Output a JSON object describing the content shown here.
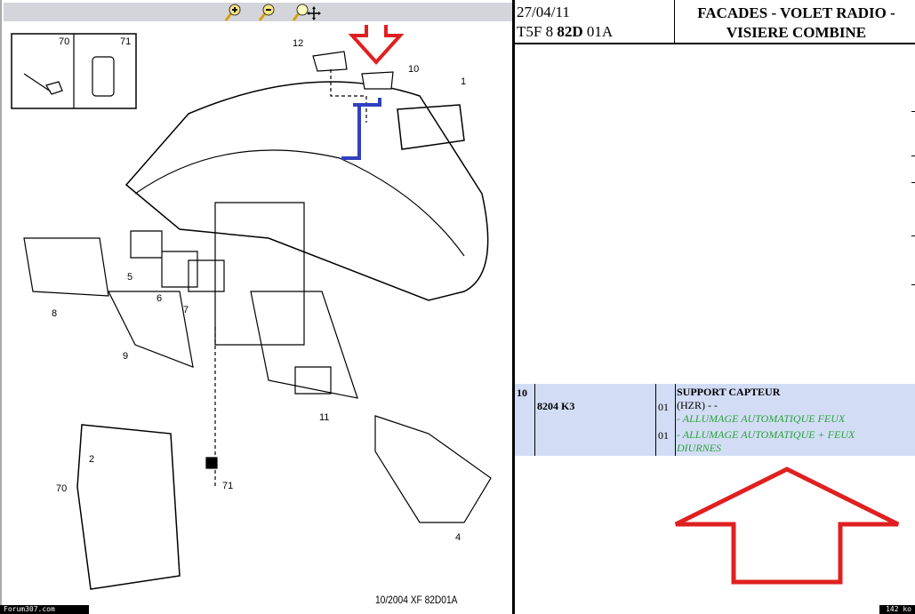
{
  "toolbar": {
    "zoom_in": "zoom-in",
    "zoom_out": "zoom-out",
    "zoom_pan": "zoom-pan"
  },
  "diagram": {
    "callouts": {
      "c70a": "70",
      "c71a": "71",
      "c12": "12",
      "c10": "10",
      "c1": "1",
      "c5": "5",
      "c6": "6",
      "c7": "7",
      "c8": "8",
      "c9": "9",
      "c11": "11",
      "c2": "2",
      "c70b": "70",
      "c71b": "71",
      "c4": "4"
    },
    "reference": "10/2004   XF 82D01A",
    "annotation_colors": {
      "arrow": "#e02020",
      "line": "#3040c0"
    }
  },
  "header": {
    "date": "27/04/11",
    "code_prefix": "T5F 8 ",
    "code_bold": "82D",
    "code_suffix": " 01A",
    "title_line1": "FACADES - VOLET RADIO -",
    "title_line2": "VISIERE COMBINE"
  },
  "part_row": {
    "ref": "10",
    "part_number": "8204 K3",
    "qty1": "01",
    "qty2": "01",
    "name": "SUPPORT CAPTEUR",
    "variant": "(HZR) - -",
    "option1": "- ALLUMAGE AUTOMATIQUE FEUX",
    "option2": "- ALLUMAGE AUTOMATIQUE + FEUX DIURNES",
    "highlight": "#d2ddf5"
  },
  "badges": {
    "site": "Forum307.com",
    "size": "142 ko"
  }
}
